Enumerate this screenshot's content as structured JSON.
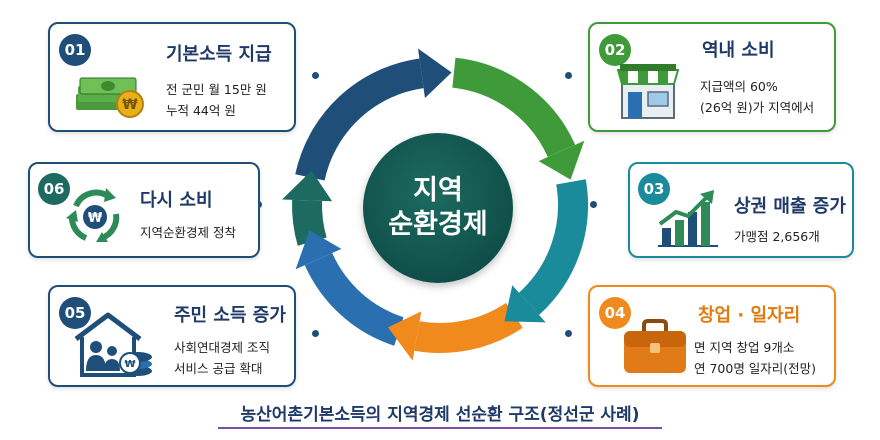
{
  "center": {
    "line1": "지역",
    "line2": "순환경제"
  },
  "colors": {
    "navy": "#1f4e79",
    "green": "#3f9a3a",
    "teal": "#1a8b9a",
    "orange": "#f08a1c",
    "blue": "#2a6fb0",
    "dark_teal": "#1d6b60"
  },
  "cards": [
    {
      "number": "01",
      "title": "기본소득 지급",
      "lines": [
        "전 군민 월 15만 원",
        "누적 44억 원"
      ],
      "icon": "money-stack-icon",
      "accent": "#1f4e79",
      "title_color": "#1f3a68"
    },
    {
      "number": "02",
      "title": "역내 소비",
      "lines": [
        "지급액의 60%",
        "(26억 원)가 지역에서"
      ],
      "icon": "storefront-icon",
      "accent": "#3f9a3a",
      "title_color": "#1f3a68"
    },
    {
      "number": "03",
      "title": "상권 매출 증가",
      "lines": [
        "가맹점 2,656개"
      ],
      "icon": "growth-chart-icon",
      "accent": "#1a8b9a",
      "title_color": "#1f3a68"
    },
    {
      "number": "04",
      "title": "창업 · 일자리",
      "lines": [
        "면 지역 창업 9개소",
        "연 700명 일자리(전망)"
      ],
      "icon": "briefcase-icon",
      "accent": "#f08a1c",
      "title_color": "#e07b10"
    },
    {
      "number": "05",
      "title": "주민 소득 증가",
      "lines": [
        "사회연대경제 조직",
        "서비스 공급 확대"
      ],
      "icon": "household-income-icon",
      "accent": "#1f4e79",
      "title_color": "#1f3a68"
    },
    {
      "number": "06",
      "title": "다시 소비",
      "lines": [
        "지역순환경제 정착"
      ],
      "icon": "recycle-won-icon",
      "accent": "#1d6b60",
      "title_color": "#1f3a68"
    }
  ],
  "won_symbol": "₩",
  "footer": {
    "title": "농산어촌기본소득의 지역경제 선순환 구조(정선군 사례)"
  }
}
